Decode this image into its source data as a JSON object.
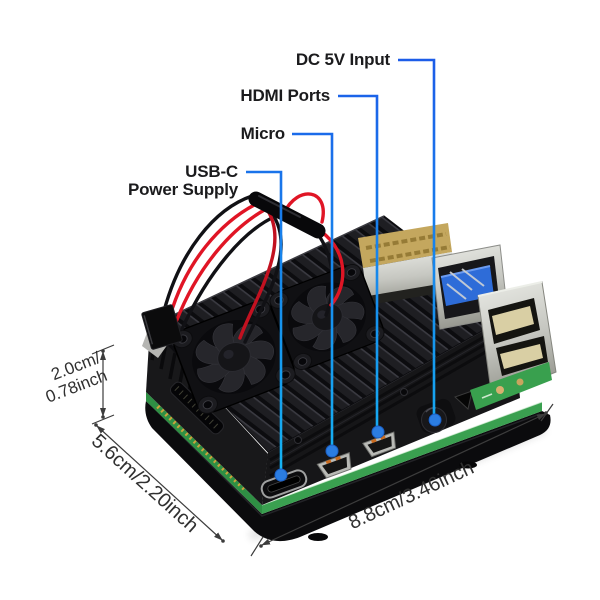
{
  "image": {
    "subject": "Raspberry Pi board inside black aluminum armor heatsink case with dual cooling fans, annotated with port callouts and dimensions",
    "background": "#ffffff"
  },
  "callouts": [
    {
      "id": "usb-c-power-supply",
      "label": "USB-C\nPower Supply",
      "target": "usb-c-port"
    },
    {
      "id": "micro",
      "label": "Micro",
      "target": "micro-hdmi-port-1"
    },
    {
      "id": "hdmi-ports",
      "label": "HDMI Ports",
      "target": "micro-hdmi-port-2"
    },
    {
      "id": "dc-5v-input",
      "label": "DC 5V Input",
      "target": "av-jack"
    }
  ],
  "dimensions": {
    "height": "2.0cm/\n0.78inch",
    "depth": "5.6cm/2.20inch",
    "width": "8.8cm/3.46inch"
  },
  "colors": {
    "callout_blue": "#1c5ce8",
    "callout_cyan": "#15b5f3",
    "dot_blue": "#2b7de2",
    "dimension_gray": "#3c3c3c",
    "wire_red": "#e01525",
    "pcb_green": "#3aa050",
    "usb3_blue": "#2e6cd8",
    "case_black": "#1e1e22"
  }
}
